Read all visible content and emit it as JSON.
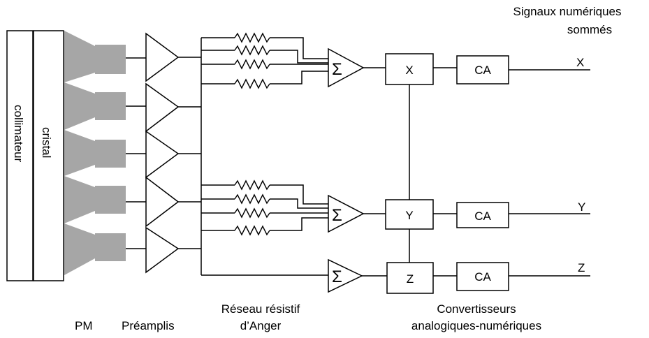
{
  "labels": {
    "collimateur": "collimateur",
    "cristal": "cristal",
    "pm": "PM",
    "preamplis": "Préamplis",
    "reseau_line1": "Réseau résistif",
    "reseau_line2": "d’Anger",
    "convertisseurs_line1": "Convertisseurs",
    "convertisseurs_line2": "analogiques-numériques",
    "signaux_line1": "Signaux numériques",
    "signaux_line2": "sommés"
  },
  "sum_symbol": "Σ",
  "boxes": {
    "x": "X",
    "y": "Y",
    "z": "Z",
    "ca": "CA"
  },
  "outputs": {
    "x": "X",
    "y": "Y",
    "z": "Z"
  },
  "colors": {
    "pm_fill": "#a6a6a6",
    "stroke": "#000000"
  }
}
